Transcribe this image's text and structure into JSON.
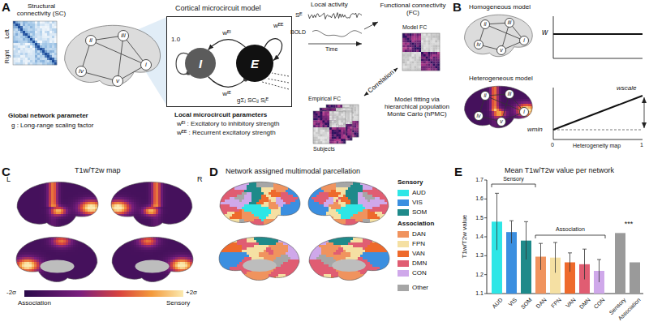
{
  "diagram": {
    "nodes": [
      {
        "text": [
          "Cortical microcircuit model"
        ]
      },
      {
        "text": [
          "I"
        ],
        "in": 0
      },
      {
        "text": [
          "E"
        ],
        "in": 0
      },
      {
        "text": [
          "Model FC"
        ]
      },
      {
        "text": [
          "Empirical FC"
        ]
      }
    ],
    "edges": [
      {
        "from": 2,
        "to": 1,
        "label": "wᴱᴵ",
        "arrow": "to"
      },
      {
        "from": 1,
        "to": 2,
        "label": "wᴵᴱ",
        "arrow": "to"
      },
      {
        "from": 4,
        "to": 3,
        "label": "Correlation",
        "arrow": "both"
      }
    ],
    "labels": [
      "A",
      "Structural connectivity (SC)",
      "Left",
      "Right",
      "i",
      "ii",
      "iii",
      "iv",
      "v",
      "Global network parameter",
      "g : Long-range scaling factor",
      "1.0",
      "wᴱᴱ",
      "gΣⱼ SCᵢⱼ Sⱼᴱ",
      "Local microcircuit parameters",
      "wᴱᴵ : Excitatory to inhibitory strength",
      "wᴱᴱ : Recurrent excitatory strength",
      "Local activity",
      "Sᴱ",
      "BOLD",
      "Time",
      "Functional connectivity (FC)",
      "Subjects",
      "Model fitting via hierarchical population Monte Carlo (hPMC)",
      "B",
      "Homogeneous model",
      "i",
      "ii",
      "iii",
      "iv",
      "v",
      "w",
      "Heterogeneous model",
      "i",
      "ii",
      "iii",
      "iv",
      "v",
      "wscale",
      "wmin",
      "0",
      "Heterogeneity map",
      "1",
      "C",
      "T1w/T2w map",
      "L",
      "R",
      "-2σ",
      "+2σ",
      "Association",
      "Sensory",
      "D",
      "Network assigned multimodal parcellation",
      "Sensory",
      "Association",
      "E",
      "Mean T1w/T2w value per network",
      "T1w/T2w value",
      "1.1",
      "1.2",
      "1.3",
      "1.4",
      "1.5",
      "1.6",
      "1.7",
      "Sensory",
      "Association",
      "AUD",
      "VIS",
      "SOM",
      "DAN",
      "FPN",
      "VAN",
      "DMN",
      "CON",
      "Sensory",
      "Association",
      "***"
    ],
    "legend": [
      {
        "text": "AUD",
        "color": "#2ee6e6"
      },
      {
        "text": "VIS",
        "color": "#3b8fe0"
      },
      {
        "text": "SOM",
        "color": "#1f8a8a"
      },
      {
        "text": "DAN",
        "color": "#f0935e"
      },
      {
        "text": "FPN",
        "color": "#f5e0a3"
      },
      {
        "text": "VAN",
        "color": "#ee6a2c"
      },
      {
        "text": "DMN",
        "color": "#e05d72"
      },
      {
        "text": "CON",
        "color": "#cfa8ea"
      },
      {
        "text": "Other",
        "color": "#a6a6a6"
      }
    ]
  }
}
